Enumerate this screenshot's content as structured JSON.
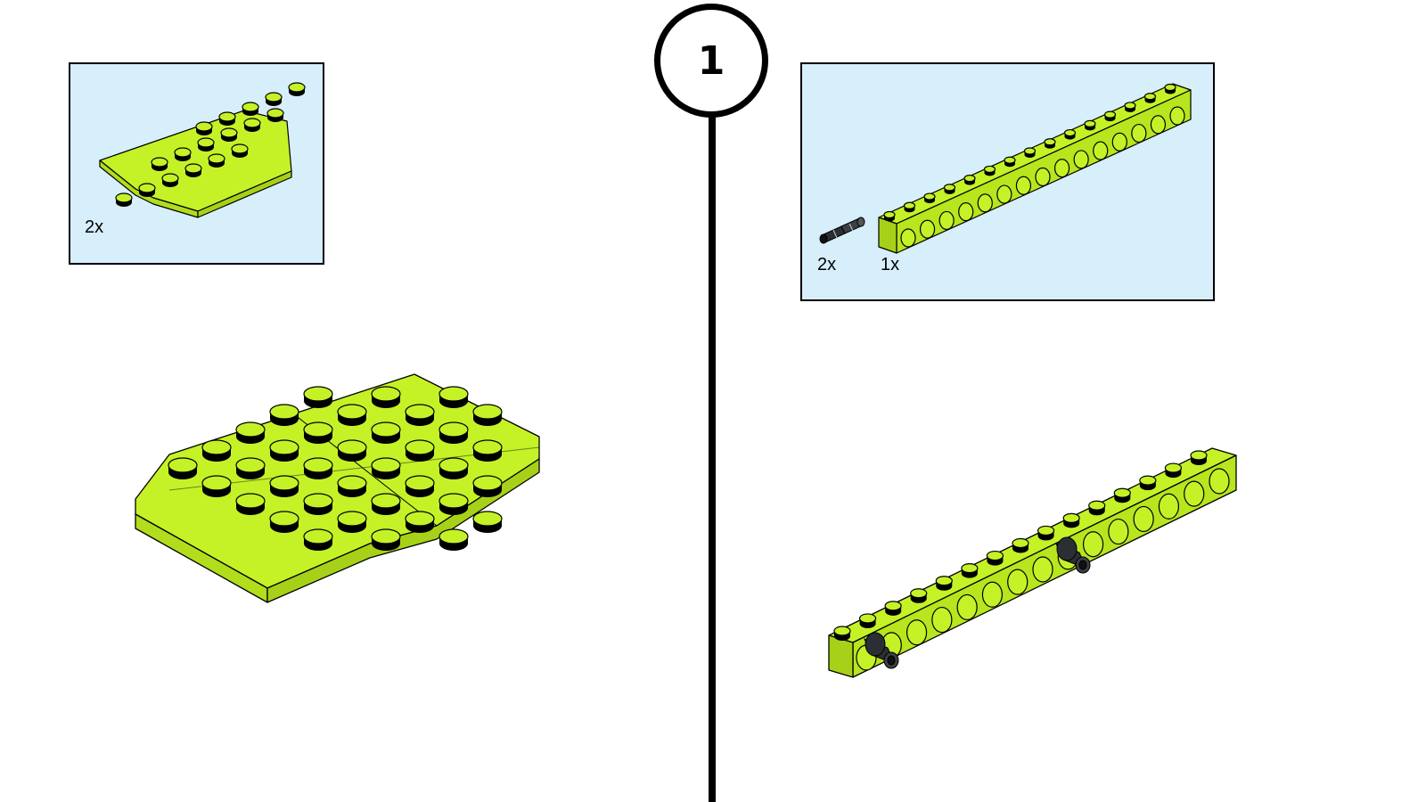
{
  "step": {
    "number": "1"
  },
  "left_parts_box": {
    "quantity": "2x",
    "part": "wedge-plate-icon"
  },
  "right_parts_box": {
    "items": [
      {
        "quantity": "2x",
        "part": "technic-pin-icon"
      },
      {
        "quantity": "1x",
        "part": "technic-beam-icon"
      }
    ]
  },
  "colors": {
    "part_lime": "#c4f227",
    "parts_box_bg": "#d7eefb",
    "outline": "#000000"
  }
}
